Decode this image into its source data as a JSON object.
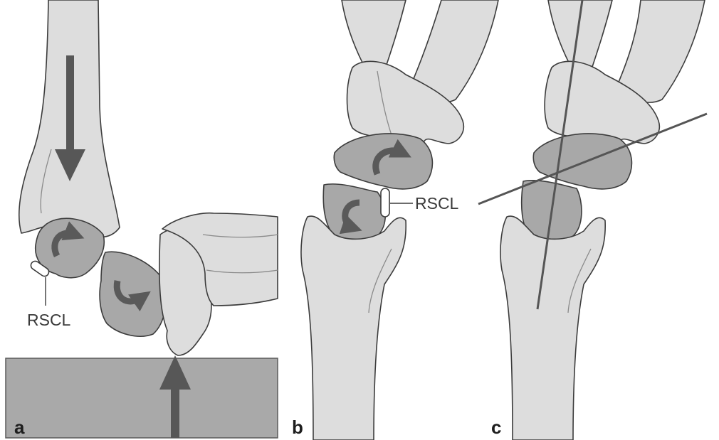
{
  "panels": {
    "a": {
      "label": "a",
      "ligament_label": "RSCL"
    },
    "b": {
      "label": "b",
      "ligament_label": "RSCL"
    },
    "c": {
      "label": "c"
    }
  },
  "colors": {
    "bone": "#dddddd",
    "carpal_highlight": "#a8a8a8",
    "ground": "#a9a9a9",
    "arrow": "#575757",
    "background": "#ffffff"
  }
}
